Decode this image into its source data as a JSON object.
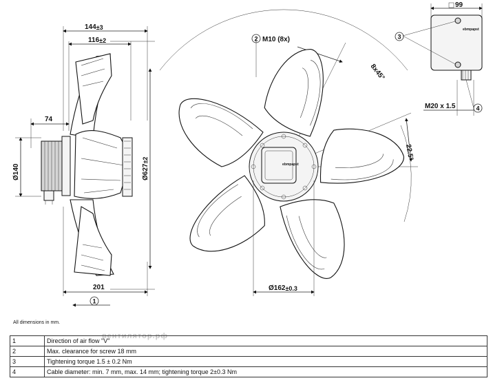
{
  "side_view": {
    "dim_overall": "144",
    "dim_overall_tol": "±3",
    "dim_flange": "116",
    "dim_flange_tol": "±2",
    "dim_motor": "74",
    "dim_total": "201",
    "dim_motor_dia": "Ø140",
    "dim_fan_dia": "Ø627",
    "dim_fan_dia_tol": "±2",
    "airflow_marker": "1"
  },
  "front_view": {
    "thread_marker": "2",
    "thread_label": "M10 (8x)",
    "angle_spacing": "8x45°",
    "angle_offset": "22.5°",
    "hub_dia": "Ø162",
    "hub_dia_tol": "±0.3",
    "hub_logo": "ebmpapst"
  },
  "terminal_box": {
    "width_label": "99",
    "gland_label": "M20 x 1.5",
    "marker_torque": "3",
    "marker_cable": "4",
    "box_logo": "ebmpapst"
  },
  "footnote": "All dimensions in mm.",
  "watermark": "вентилятор.рф",
  "notes": [
    {
      "num": "1",
      "text": "Direction of air flow \"V\""
    },
    {
      "num": "2",
      "text": "Max. clearance for screw 18 mm"
    },
    {
      "num": "3",
      "text": "Tightening torque 1.5 ± 0.2 Nm"
    },
    {
      "num": "4",
      "text": "Cable diameter: min. 7 mm, max. 14 mm; tightening torque 2±0.3 Nm"
    }
  ]
}
